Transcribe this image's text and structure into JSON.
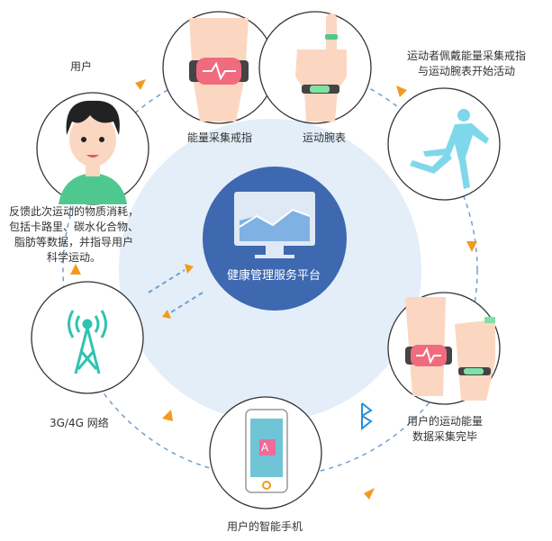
{
  "labels": {
    "user": "用户",
    "ring": "能量采集戒指",
    "watch": "运动腕表",
    "start_1": "运动者佩戴能量采集戒指",
    "start_2": "与运动腕表开始活动",
    "feedback_1": "反馈此次运动的物质消耗，",
    "feedback_2": "包括卡路里、碳水化合物、",
    "feedback_3": "脂肪等数据，并指导用户",
    "feedback_4": "科学运动。",
    "platform": "健康管理服务平台",
    "network": "3G/4G 网络",
    "collected_1": "用户的运动能量",
    "collected_2": "数据采集完毕",
    "phone": "用户的智能手机",
    "phone_app": "A"
  },
  "colors": {
    "bg_circle": "#e3eef8",
    "center": "#3e68b0",
    "arrow": "#f39a1e",
    "dash": "#6fa0d0",
    "teal": "#2ec4b0",
    "skin": "#fbd7c1",
    "band": "#f06b7e"
  }
}
